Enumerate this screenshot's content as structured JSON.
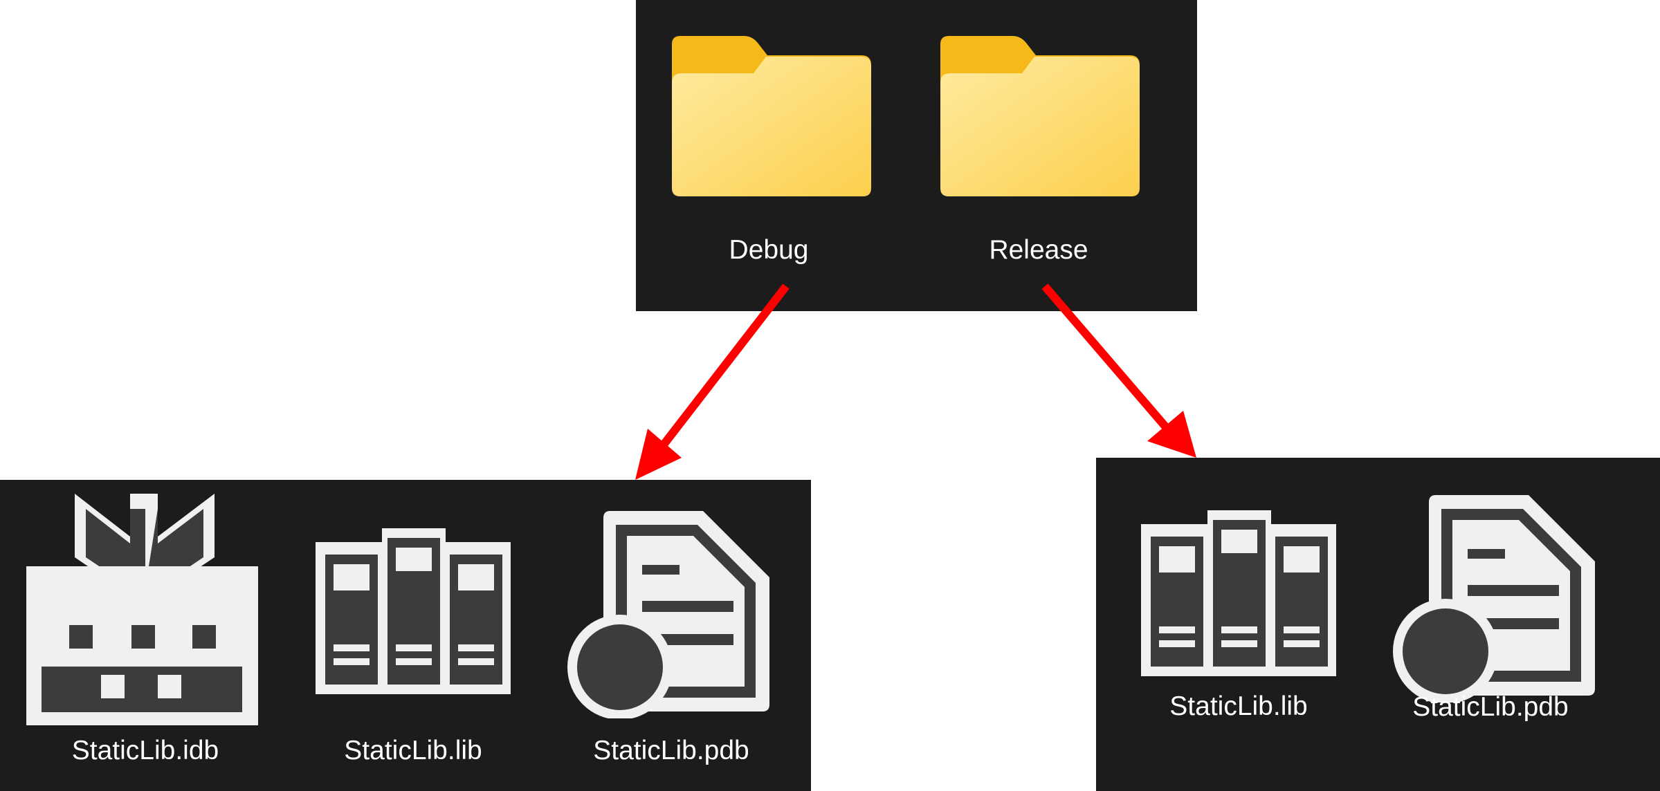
{
  "folders": [
    {
      "label": "Debug",
      "icon": "folder-icon"
    },
    {
      "label": "Release",
      "icon": "folder-icon"
    }
  ],
  "debug_files": [
    {
      "label": "StaticLib.idb",
      "icon": "idb-file-icon"
    },
    {
      "label": "StaticLib.lib",
      "icon": "library-books-icon"
    },
    {
      "label": "StaticLib.pdb",
      "icon": "pdb-file-icon"
    }
  ],
  "release_files": [
    {
      "label": "StaticLib.lib",
      "icon": "library-books-icon"
    },
    {
      "label": "StaticLib.pdb",
      "icon": "pdb-file-icon"
    }
  ],
  "colors": {
    "panel_bg": "#1c1c1c",
    "arrow": "#ff0000",
    "folder_front": "#ffd35c",
    "folder_back": "#f6b91a",
    "icon_light": "#f0f0f0",
    "icon_dark": "#3c3c3c"
  }
}
